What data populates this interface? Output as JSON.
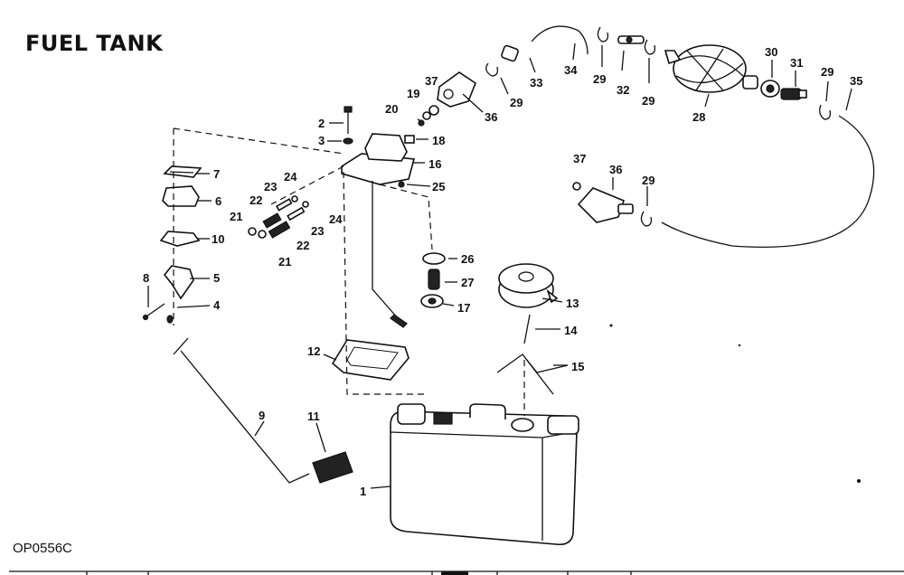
{
  "title": "FUEL TANK",
  "figure_code": "OP0556C",
  "callouts": [
    {
      "key": "c1",
      "text": "1"
    },
    {
      "key": "c2",
      "text": "2"
    },
    {
      "key": "c3",
      "text": "3"
    },
    {
      "key": "c4",
      "text": "4"
    },
    {
      "key": "c5",
      "text": "5"
    },
    {
      "key": "c6",
      "text": "6"
    },
    {
      "key": "c7",
      "text": "7"
    },
    {
      "key": "c8",
      "text": "8"
    },
    {
      "key": "c9",
      "text": "9"
    },
    {
      "key": "c10",
      "text": "10"
    },
    {
      "key": "c11",
      "text": "11"
    },
    {
      "key": "c12",
      "text": "12"
    },
    {
      "key": "c13",
      "text": "13"
    },
    {
      "key": "c14",
      "text": "14"
    },
    {
      "key": "c15",
      "text": "15"
    },
    {
      "key": "c16",
      "text": "16"
    },
    {
      "key": "c17",
      "text": "17"
    },
    {
      "key": "c18",
      "text": "18"
    },
    {
      "key": "c19",
      "text": "19"
    },
    {
      "key": "c20",
      "text": "20"
    },
    {
      "key": "c21a",
      "text": "21"
    },
    {
      "key": "c21b",
      "text": "21"
    },
    {
      "key": "c22a",
      "text": "22"
    },
    {
      "key": "c22b",
      "text": "22"
    },
    {
      "key": "c23a",
      "text": "23"
    },
    {
      "key": "c23b",
      "text": "23"
    },
    {
      "key": "c24a",
      "text": "24"
    },
    {
      "key": "c24b",
      "text": "24"
    },
    {
      "key": "c25",
      "text": "25"
    },
    {
      "key": "c26",
      "text": "26"
    },
    {
      "key": "c27",
      "text": "27"
    },
    {
      "key": "c28",
      "text": "28"
    },
    {
      "key": "c29a",
      "text": "29"
    },
    {
      "key": "c29b",
      "text": "29"
    },
    {
      "key": "c29c",
      "text": "29"
    },
    {
      "key": "c29d",
      "text": "29"
    },
    {
      "key": "c29e",
      "text": "29"
    },
    {
      "key": "c30",
      "text": "30"
    },
    {
      "key": "c31",
      "text": "31"
    },
    {
      "key": "c32",
      "text": "32"
    },
    {
      "key": "c33",
      "text": "33"
    },
    {
      "key": "c34",
      "text": "34"
    },
    {
      "key": "c35",
      "text": "35"
    },
    {
      "key": "c36a",
      "text": "36"
    },
    {
      "key": "c36b",
      "text": "36"
    },
    {
      "key": "c37a",
      "text": "37"
    },
    {
      "key": "c37b",
      "text": "37"
    }
  ]
}
